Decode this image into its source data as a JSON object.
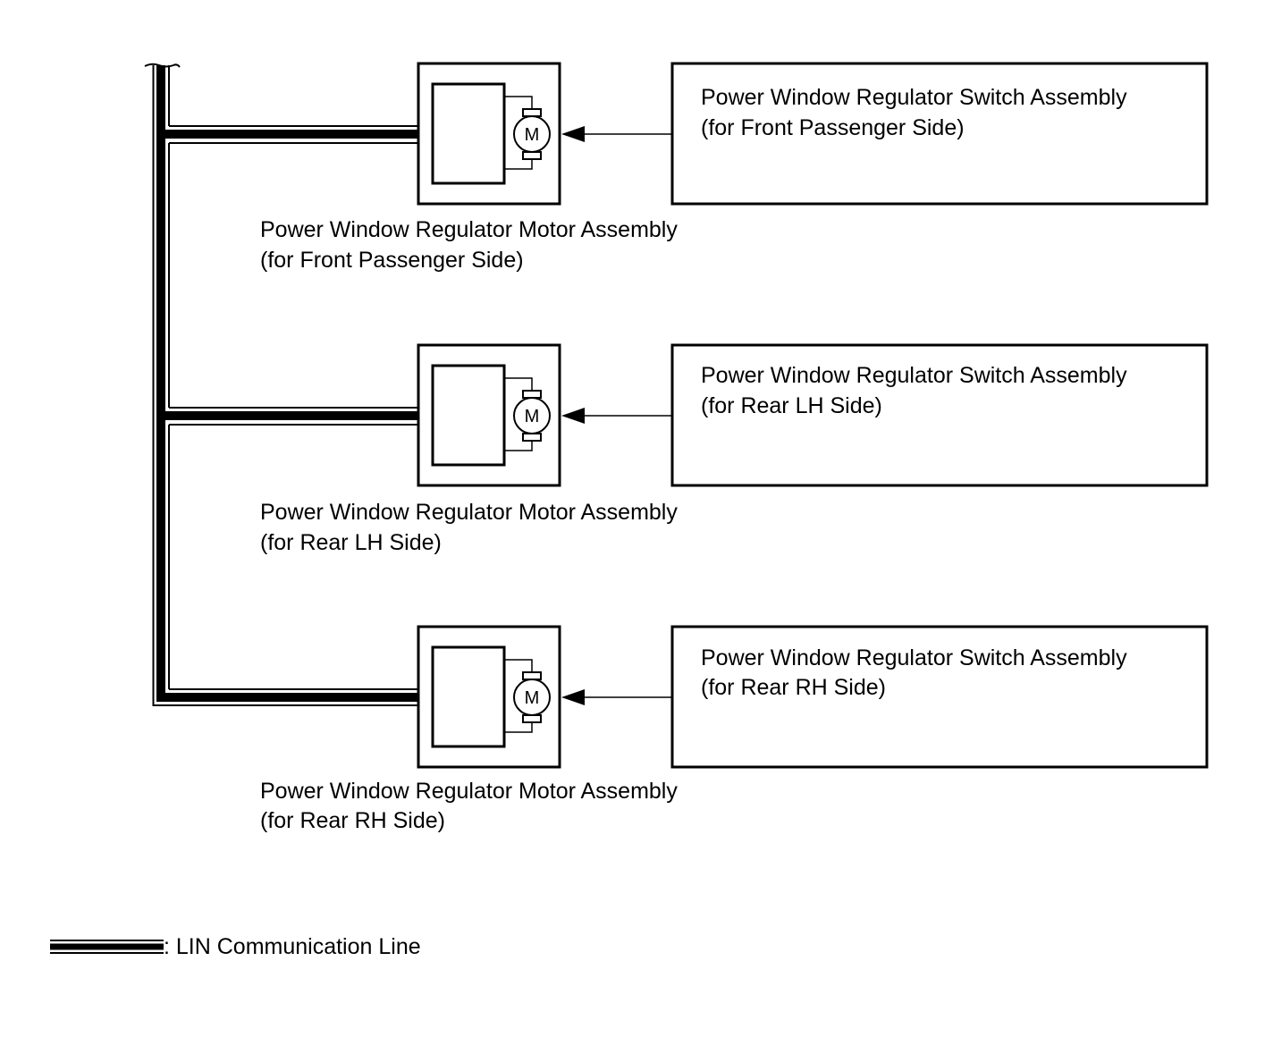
{
  "colors": {
    "line": "#000000",
    "background": "#ffffff"
  },
  "units": [
    {
      "switch_label_line1": "Power Window Regulator Switch Assembly",
      "switch_label_line2": "(for Front Passenger Side)",
      "motor_label_line1": "Power Window Regulator Motor Assembly",
      "motor_label_line2": "(for Front Passenger Side)",
      "motor_symbol": "M"
    },
    {
      "switch_label_line1": "Power Window Regulator Switch Assembly",
      "switch_label_line2": "(for Rear LH Side)",
      "motor_label_line1": "Power Window Regulator Motor Assembly",
      "motor_label_line2": "(for Rear LH Side)",
      "motor_symbol": "M"
    },
    {
      "switch_label_line1": "Power Window Regulator Switch Assembly",
      "switch_label_line2": "(for Rear RH Side)",
      "motor_label_line1": "Power Window Regulator Motor Assembly",
      "motor_label_line2": "(for Rear RH Side)",
      "motor_symbol": "M"
    }
  ],
  "legend": {
    "label": ": LIN Communication Line"
  }
}
